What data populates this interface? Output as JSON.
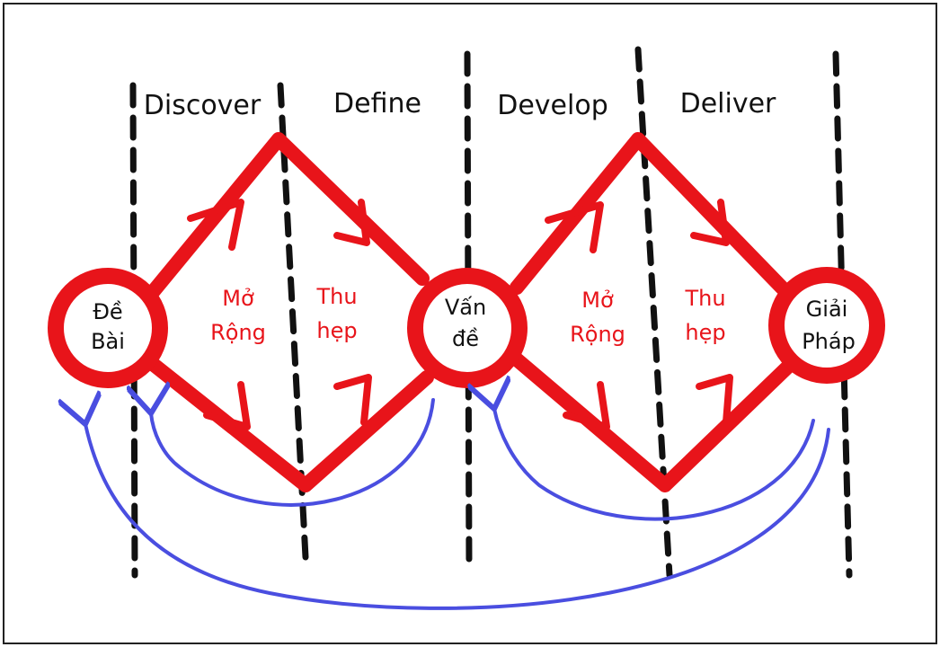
{
  "phases": [
    "Discover",
    "Define",
    "Develop",
    "Deliver"
  ],
  "nodes": {
    "start": [
      "Đề",
      "Bài"
    ],
    "middle": [
      "Vấn",
      "đề"
    ],
    "end": [
      "Giải",
      "Pháp"
    ]
  },
  "diamond_labels": {
    "expand": [
      "Mở",
      "Rộng"
    ],
    "narrow": [
      "Thu",
      "hẹp"
    ]
  },
  "colors": {
    "red": "#e8141a",
    "blue": "#4a4ee0",
    "ink": "#111111"
  }
}
